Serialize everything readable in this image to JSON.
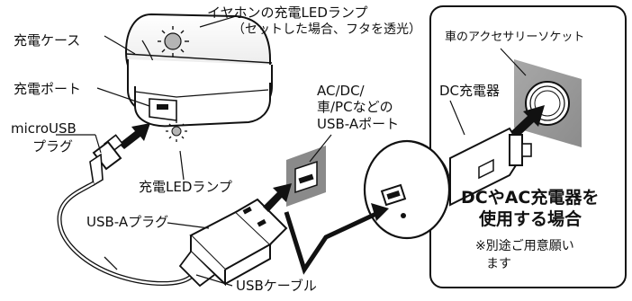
{
  "labels": {
    "earphone_led": "イヤホンの充電LEDランプ",
    "earphone_led_note": "（セットした場合、フタを透光）",
    "charging_case": "充電ケース",
    "charging_port": "充電ポート",
    "micro_usb_line1": "microUSB",
    "micro_usb_line2": "プラグ",
    "charging_led": "充電LEDランプ",
    "usb_a_plug": "USB-Aプラグ",
    "usb_cable": "USBケーブル",
    "usb_a_port_line1": "AC/DC/",
    "usb_a_port_line2": "車/PCなどの",
    "usb_a_port_line3": "USB-Aポート",
    "car_socket": "車のアクセサリーソケット",
    "dc_charger": "DC充電器",
    "panel_title_line1": "DCやAC充電器を",
    "panel_title_line2": "使用する場合",
    "panel_note_line1": "※別途ご用意願い",
    "panel_note_line2": "ます"
  },
  "colors": {
    "stroke": "#111111",
    "port_gray": "#8a8a8a",
    "socket_gray": "#9a9a9a",
    "led_gray": "#b5b5b5"
  }
}
